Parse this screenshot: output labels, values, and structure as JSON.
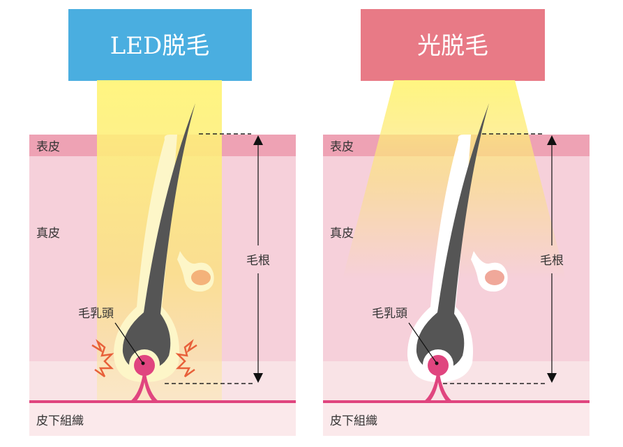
{
  "panels": [
    {
      "title": "LED脱毛",
      "title_color": "#4aaee0",
      "layers": {
        "epidermis": "表皮",
        "dermis": "真皮",
        "subcutis": "皮下組織"
      },
      "root_label": "毛根",
      "papilla_label": "毛乳頭"
    },
    {
      "title": "光脱毛",
      "title_color": "#e87a86",
      "layers": {
        "epidermis": "表皮",
        "dermis": "真皮",
        "subcutis": "皮下組織"
      },
      "root_label": "毛根",
      "papilla_label": "毛乳頭"
    }
  ],
  "colors": {
    "epidermis": "#eea2b4",
    "dermis": "#f6d0da",
    "lower": "#f9e3e6",
    "subcutis": "#fbe9eb",
    "line": "#e0457f",
    "hair": "#555555",
    "papilla": "#e0457f",
    "beam": "#fff27a"
  }
}
